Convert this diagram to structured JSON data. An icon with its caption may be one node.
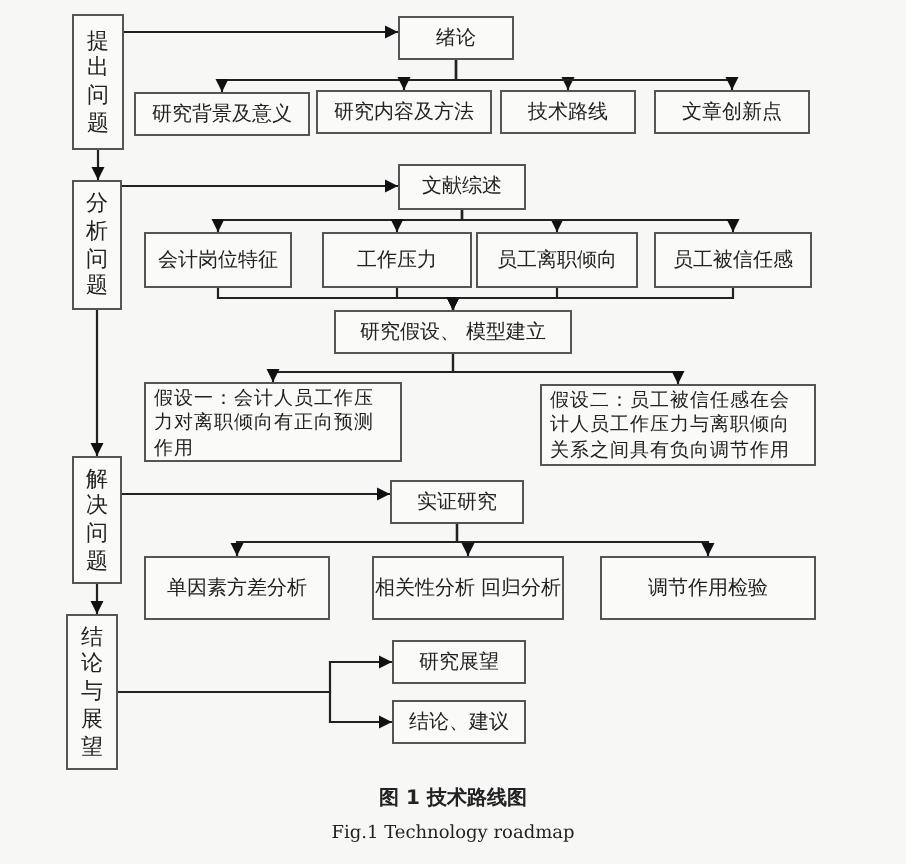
{
  "diagram": {
    "caption": "图 1 技术路线图",
    "nodes": [
      {
        "text": [
          "提出问题"
        ]
      },
      {
        "text": [
          "绪论"
        ]
      },
      {
        "text": [
          "研究背景及意义"
        ]
      },
      {
        "text": [
          "研究内容及方法"
        ]
      },
      {
        "text": [
          "技术路线"
        ]
      },
      {
        "text": [
          "文章创新点"
        ]
      },
      {
        "text": [
          "分析问题"
        ]
      },
      {
        "text": [
          "文献综述"
        ]
      },
      {
        "text": [
          "会计岗位特征"
        ]
      },
      {
        "text": [
          "工作压力"
        ]
      },
      {
        "text": [
          "员工离职倾向"
        ]
      },
      {
        "text": [
          "员工被信任感"
        ]
      },
      {
        "text": [
          "研究假设、 模型建立"
        ]
      },
      {
        "text": [
          "假设一：会计人员工作压力对离职倾向有正向预测作用"
        ]
      },
      {
        "text": [
          "假设二：员工被信任感在会计人员工作压力与离职倾向关系之间具有负向调节作用"
        ]
      },
      {
        "text": [
          "解决问题"
        ]
      },
      {
        "text": [
          "实证研究"
        ]
      },
      {
        "text": [
          "单因素方差分析"
        ]
      },
      {
        "text": [
          "相关性分析 回归分析"
        ]
      },
      {
        "text": [
          "调节作用检验"
        ]
      },
      {
        "text": [
          "结论与展望"
        ]
      },
      {
        "text": [
          "研究展望"
        ]
      },
      {
        "text": [
          "结论、建议"
        ]
      }
    ],
    "edges": [
      {
        "from": 0,
        "to": 1,
        "arrow": "to"
      },
      {
        "from": 1,
        "to": 2,
        "arrow": "to"
      },
      {
        "from": 1,
        "to": 3,
        "arrow": "to"
      },
      {
        "from": 1,
        "to": 4,
        "arrow": "to"
      },
      {
        "from": 1,
        "to": 5,
        "arrow": "to"
      },
      {
        "from": 0,
        "to": 6,
        "arrow": "to"
      },
      {
        "from": 6,
        "to": 7,
        "arrow": "to"
      },
      {
        "from": 7,
        "to": 8,
        "arrow": "to"
      },
      {
        "from": 7,
        "to": 9,
        "arrow": "to"
      },
      {
        "from": 7,
        "to": 10,
        "arrow": "to"
      },
      {
        "from": 7,
        "to": 11,
        "arrow": "to"
      },
      {
        "from": 8,
        "to": 12,
        "arrow": "to"
      },
      {
        "from": 9,
        "to": 12,
        "arrow": "to"
      },
      {
        "from": 10,
        "to": 12,
        "arrow": "to"
      },
      {
        "from": 11,
        "to": 12,
        "arrow": "to"
      },
      {
        "from": 12,
        "to": 13,
        "arrow": "to"
      },
      {
        "from": 12,
        "to": 14,
        "arrow": "to"
      },
      {
        "from": 6,
        "to": 15,
        "arrow": "to"
      },
      {
        "from": 15,
        "to": 16,
        "arrow": "to"
      },
      {
        "from": 16,
        "to": 17,
        "arrow": "to"
      },
      {
        "from": 16,
        "to": 18,
        "arrow": "to"
      },
      {
        "from": 16,
        "to": 19,
        "arrow": "to"
      },
      {
        "from": 15,
        "to": 20,
        "arrow": "to"
      },
      {
        "from": 20,
        "to": 21,
        "arrow": "to"
      },
      {
        "from": 20,
        "to": 22,
        "arrow": "to"
      }
    ],
    "labels": [
      "Fig.1 Technology roadmap"
    ]
  }
}
